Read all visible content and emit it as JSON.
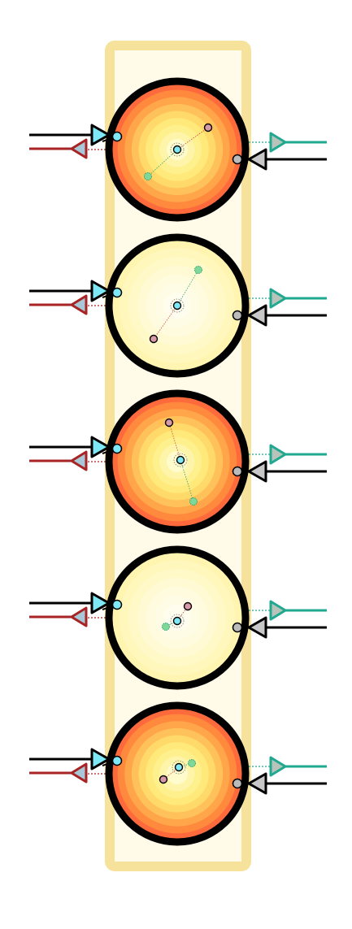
{
  "colors": {
    "column_border": "#f6e29a",
    "column_fill": "#fffbe8",
    "ring": "#000000",
    "input_line": "#000000",
    "input_arrow_fill": "#7fe8f7",
    "feedback_line": "#a82424",
    "feedback_arrow_fill": "#a8c8d8",
    "output_line": "#20a890",
    "output_arrow_fill": "#b8c4b8",
    "right_input_arrow_fill": "#c8c8c8",
    "center_dot": "#7fe8f7",
    "pink_dot": "#d89aa8",
    "green_dot": "#7ed89a"
  },
  "palettes": {
    "hot": [
      "#ff6a3d",
      "#ff8a3d",
      "#ffa64a",
      "#ffc25a",
      "#ffd96a",
      "#ffe97a",
      "#fff08e",
      "#fff5aa",
      "#fffbcc"
    ],
    "pale": [
      "#fff5b0",
      "#fff7bc",
      "#fff9c8",
      "#fffad4",
      "#fffbde",
      "#fffce6",
      "#fffdee"
    ]
  },
  "units": [
    {
      "palette": "hot",
      "pink_dot": true,
      "green_dot": true
    },
    {
      "palette": "pale",
      "pink_dot": true,
      "green_dot": true
    },
    {
      "palette": "hot",
      "pink_dot": true,
      "green_dot": true
    },
    {
      "palette": "pale",
      "pink_dot": true,
      "green_dot": true
    },
    {
      "palette": "hot",
      "pink_dot": true,
      "green_dot": true
    }
  ]
}
